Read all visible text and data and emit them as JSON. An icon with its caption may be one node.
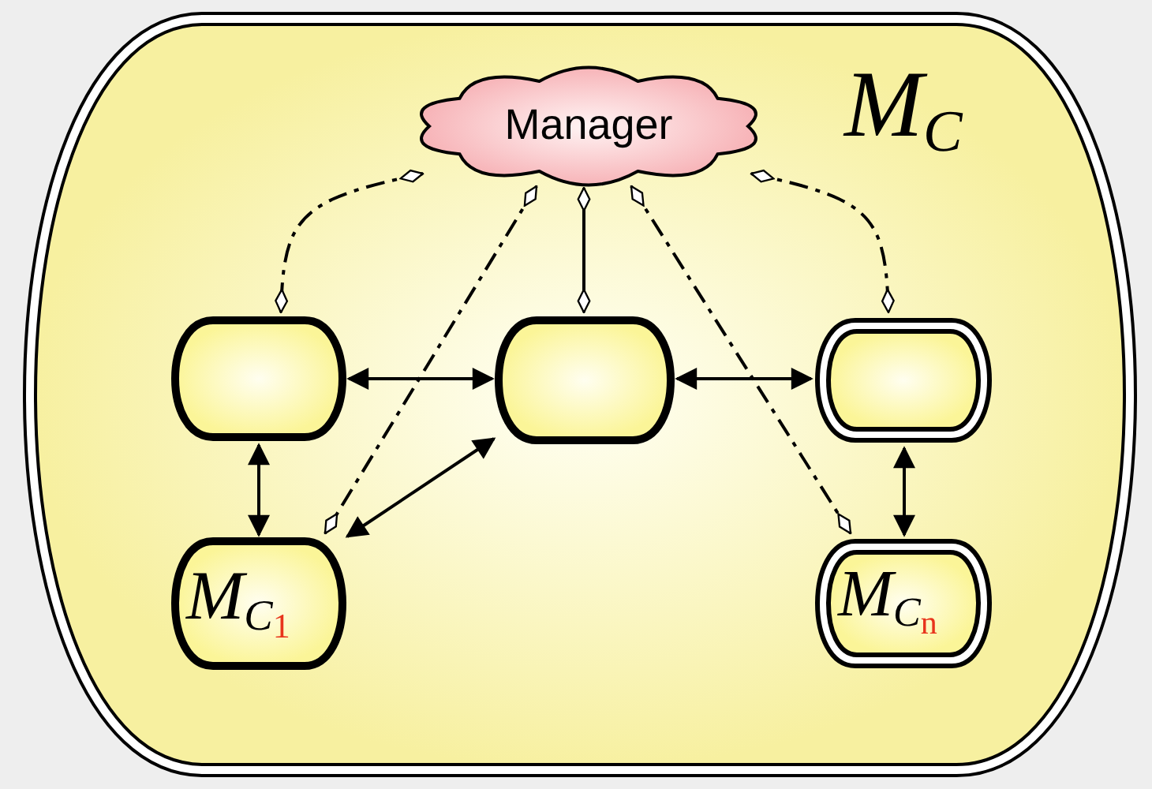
{
  "diagram": {
    "nodes": [
      {
        "text": [
          "M$_{C}$"
        ]
      },
      {
        "text": [
          "Manager"
        ],
        "in": 0
      },
      {
        "text": [],
        "shape": "box",
        "in": 0
      },
      {
        "text": [],
        "shape": "box",
        "in": 0
      },
      {
        "text": [],
        "shape": "box",
        "in": 0
      },
      {
        "text": [
          "M$_{C}$$_{1}$"
        ],
        "in": 0
      },
      {
        "text": [
          "M$_{C}$$_{n}$"
        ],
        "in": 0
      }
    ],
    "edges": [
      {
        "from": 1,
        "to": 2,
        "arrow": "other",
        "style": "dashed"
      },
      {
        "from": 1,
        "to": 3,
        "arrow": "other"
      },
      {
        "from": 1,
        "to": 4,
        "arrow": "other",
        "style": "dashed"
      },
      {
        "from": 1,
        "to": 5,
        "arrow": "other",
        "style": "dashed"
      },
      {
        "from": 1,
        "to": 6,
        "arrow": "other",
        "style": "dashed"
      },
      {
        "from": 2,
        "to": 3,
        "arrow": "both"
      },
      {
        "from": 3,
        "to": 4,
        "arrow": "both"
      },
      {
        "from": 2,
        "to": 5,
        "arrow": "both"
      },
      {
        "from": 3,
        "to": 5,
        "arrow": "both"
      },
      {
        "from": 4,
        "to": 6,
        "arrow": "both"
      }
    ]
  }
}
